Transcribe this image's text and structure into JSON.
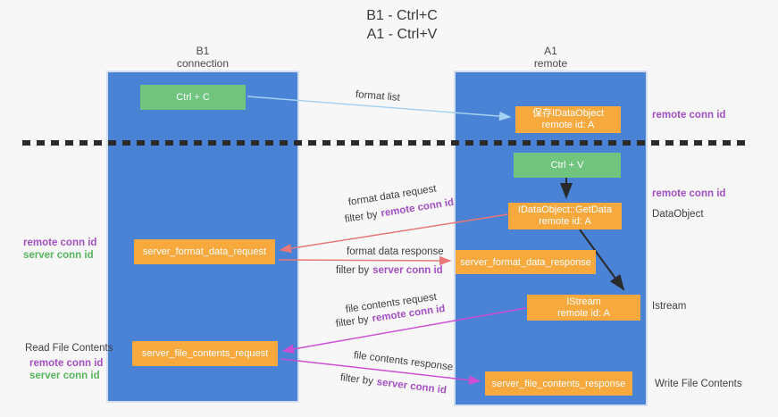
{
  "title": {
    "line1": "B1 - Ctrl+C",
    "line2": "A1 - Ctrl+V"
  },
  "columns": {
    "left": {
      "name": "B1",
      "role": "connection"
    },
    "right": {
      "name": "A1",
      "role": "remote"
    }
  },
  "boxes": {
    "ctrl_c": "Ctrl + C",
    "save_dataobject": {
      "line1": "保存IDataObject",
      "line2": "remote id: A"
    },
    "ctrl_v": "Ctrl + V",
    "getdata": {
      "line1": "IDataObject::GetData",
      "line2": "remote id: A"
    },
    "format_request": "server_format_data_request",
    "format_response": "server_format_data_response",
    "istream": {
      "line1": "IStream",
      "line2": "remote id: A"
    },
    "file_request": "server_file_contents_request",
    "file_response": "server_file_contents_response"
  },
  "labels": {
    "remote_conn_id": "remote conn id",
    "server_conn_id": "server conn id",
    "dataobject": "DataObject",
    "istream": "Istream",
    "read_file_contents": "Read File Contents",
    "write_file_contents": "Write File Contents"
  },
  "arrows": {
    "format_list": "format list",
    "format_data_request": "format data request",
    "format_data_response": "format data response",
    "file_contents_request": "file contents request",
    "file_contents_response": "file contents response",
    "filter_by": "filter by"
  },
  "colors": {
    "column_blue": "#4a82d5",
    "box_green": "#70c47e",
    "box_orange": "#f8a93e",
    "purple_text": "#a44fc4",
    "green_text": "#55b45c",
    "red_arrow": "#e87878",
    "magenta_arrow": "#cc4ed2",
    "light_blue_arrow": "#a5d2f0",
    "black_arrow": "#2a2a2a"
  }
}
